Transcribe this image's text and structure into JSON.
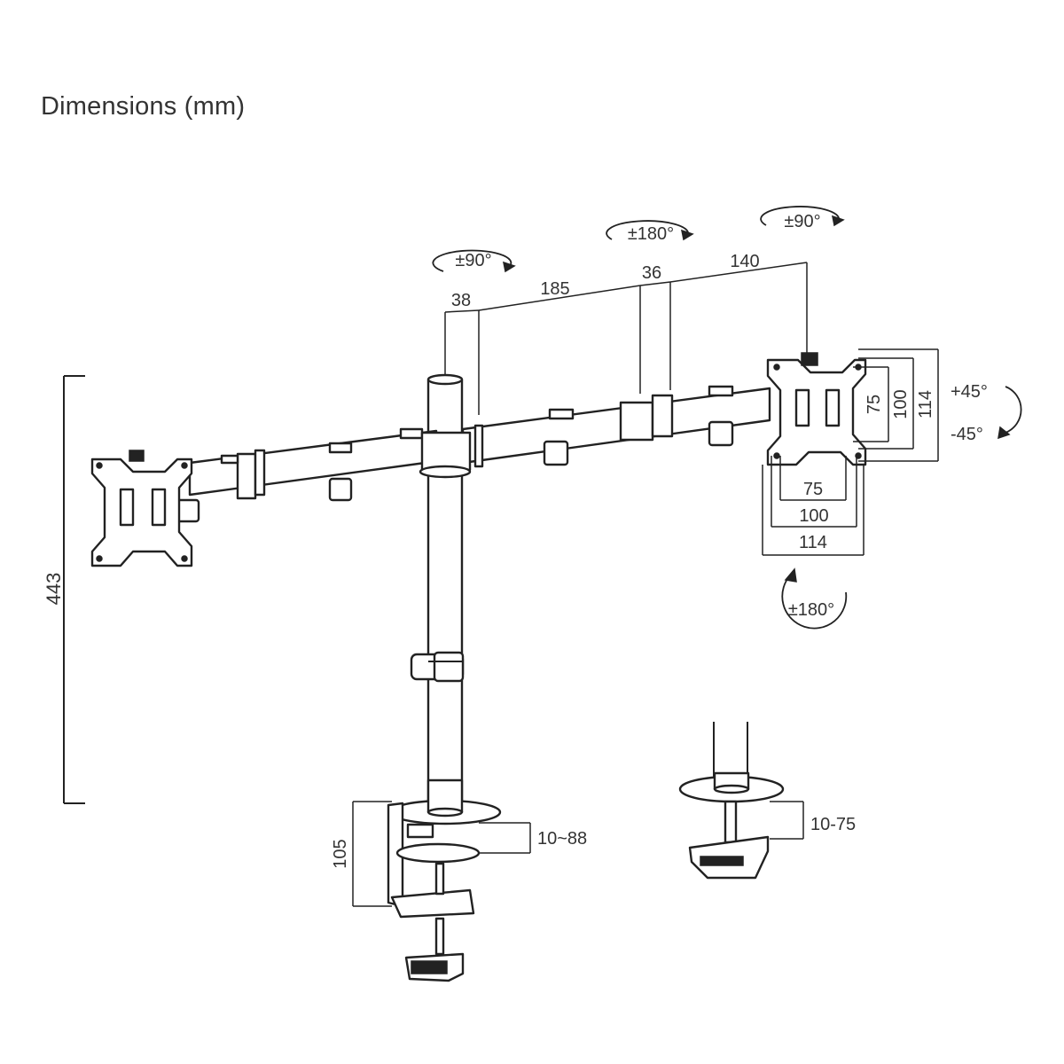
{
  "title": "Dimensions (mm)",
  "dimensions": {
    "pole_offset": "38",
    "arm_segment_1": "185",
    "joint": "36",
    "arm_segment_2": "140",
    "total_height": "443",
    "vesa_small_h": "75",
    "vesa_mid_h": "100",
    "vesa_large_h": "114",
    "vesa_small_w": "75",
    "vesa_mid_w": "100",
    "vesa_large_w": "114",
    "clamp_height": "105",
    "clamp_range": "10~88",
    "grommet_range": "10-75"
  },
  "rotations": {
    "pole_swivel": "±90°",
    "arm_swivel": "±180°",
    "head_swivel": "±90°",
    "tilt_up": "+45°",
    "tilt_down": "-45°",
    "screen_rotation": "±180°"
  },
  "colors": {
    "line": "#222222",
    "text": "#333333",
    "background": "#ffffff"
  }
}
